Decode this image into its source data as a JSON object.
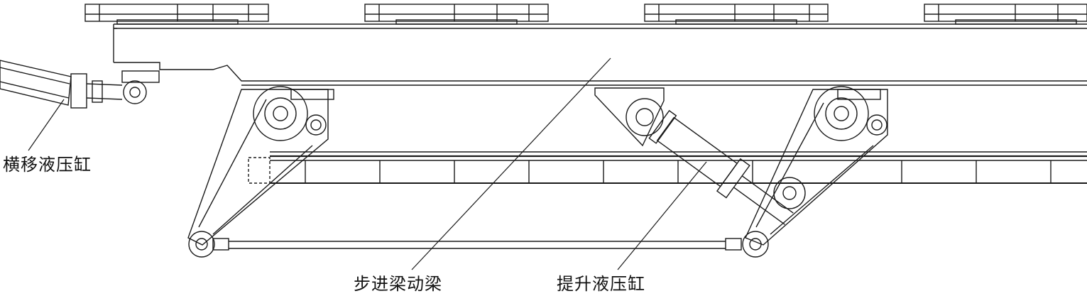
{
  "labels": {
    "traverse_cylinder": "横移液压缸",
    "walking_beam_moving": "步进梁动梁",
    "lift_cylinder": "提升液压缸"
  },
  "colors": {
    "line": "#1a1a1a",
    "background": "#ffffff"
  }
}
